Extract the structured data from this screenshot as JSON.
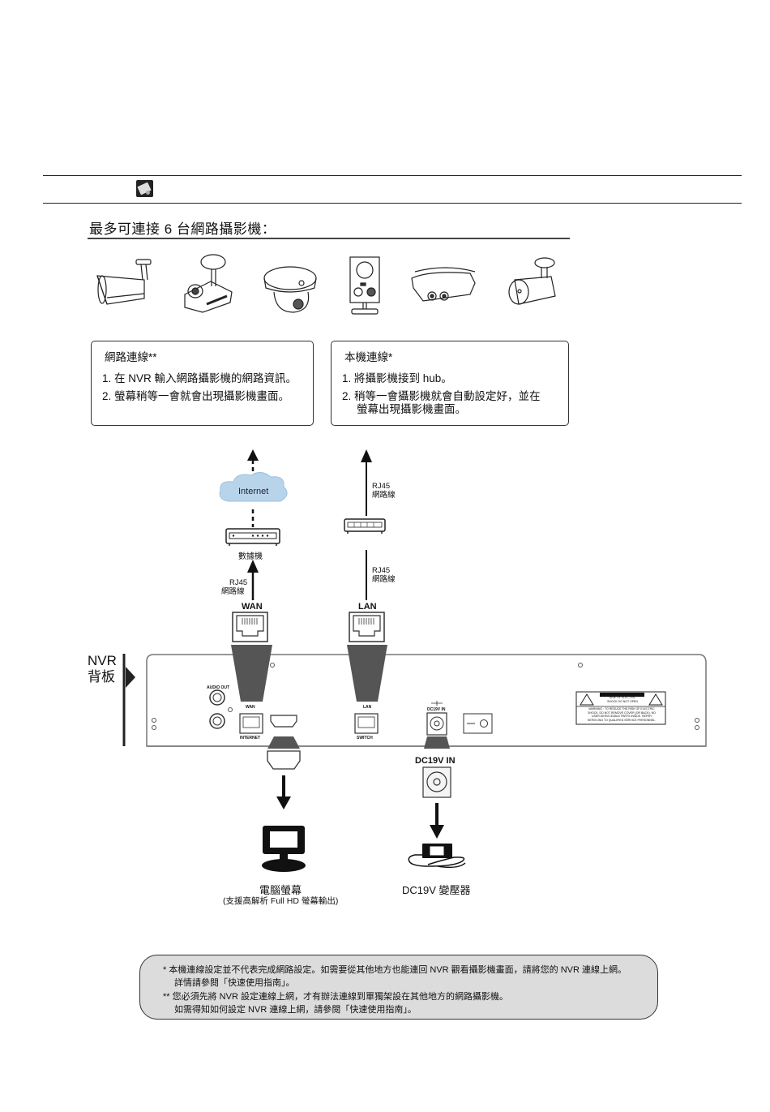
{
  "header": {
    "note_icon": "note-paper-icon"
  },
  "title": "最多可連接 6 台網路攝影機：",
  "cameras": [
    {
      "icon": "bullet-camera-icon"
    },
    {
      "icon": "ceiling-box-camera-icon"
    },
    {
      "icon": "dome-camera-icon"
    },
    {
      "icon": "cube-camera-icon"
    },
    {
      "icon": "dual-lens-camera-icon"
    },
    {
      "icon": "bullet-camera-icon"
    }
  ],
  "network_box": {
    "heading": "網路連線**",
    "steps": [
      "1. 在 NVR 輸入網路攝影機的網路資訊。",
      "2. 螢幕稍等一會就會出現攝影機畫面。"
    ]
  },
  "local_box": {
    "heading": "本機連線*",
    "steps": [
      "1. 將攝影機接到 hub。",
      "2. 稍等一會攝影機就會自動設定好，並在",
      "螢幕出現攝影機畫面。"
    ]
  },
  "diagram": {
    "internet_label": "Internet",
    "modem_label": "數據機",
    "rj45_label": "RJ45",
    "cable_label": "網路線",
    "wan_label": "WAN",
    "lan_label": "LAN",
    "nvr_label_line1": "NVR",
    "nvr_label_line2": "背板",
    "panel": {
      "audio_out": "AUDIO OUT",
      "wan": "WAN",
      "internet": "INTERNET",
      "lan": "LAN",
      "switch": "SWITCH",
      "dc_in_small": "DC19V IN",
      "warning_lines": [
        "RISK OF ELECTRIC",
        "SHOCK DO NOT OPEN",
        "WARNING : TO REDUCE THE RISK OF ELECTRIC",
        "SHOCK, DO NOT REMOVE COVER (OR BACK). NO",
        "USER-SERVICEABLE PARTS INSIDE. REFER",
        "SERVICING TO QUALIFIED SERVICE PERSONNEL."
      ]
    },
    "dc_in_label": "DC19V IN",
    "monitor_label": "電腦螢幕",
    "monitor_sub": "(支援高解析 Full HD 螢幕輸出)",
    "adapter_label": "DC19V 變壓器"
  },
  "footnotes": [
    "*  本機連線設定並不代表完成網路設定。如需要從其他地方也能連回 NVR 觀看攝影機畫面，請將您的 NVR 連線上網。",
    "詳情請參閱「快速使用指南」。",
    "** 您必須先將 NVR 設定連線上網，才有辦法連線到單獨架設在其他地方的網路攝影機。",
    "如需得知如何設定 NVR 連線上網，請參閱「快速使用指南」。"
  ]
}
